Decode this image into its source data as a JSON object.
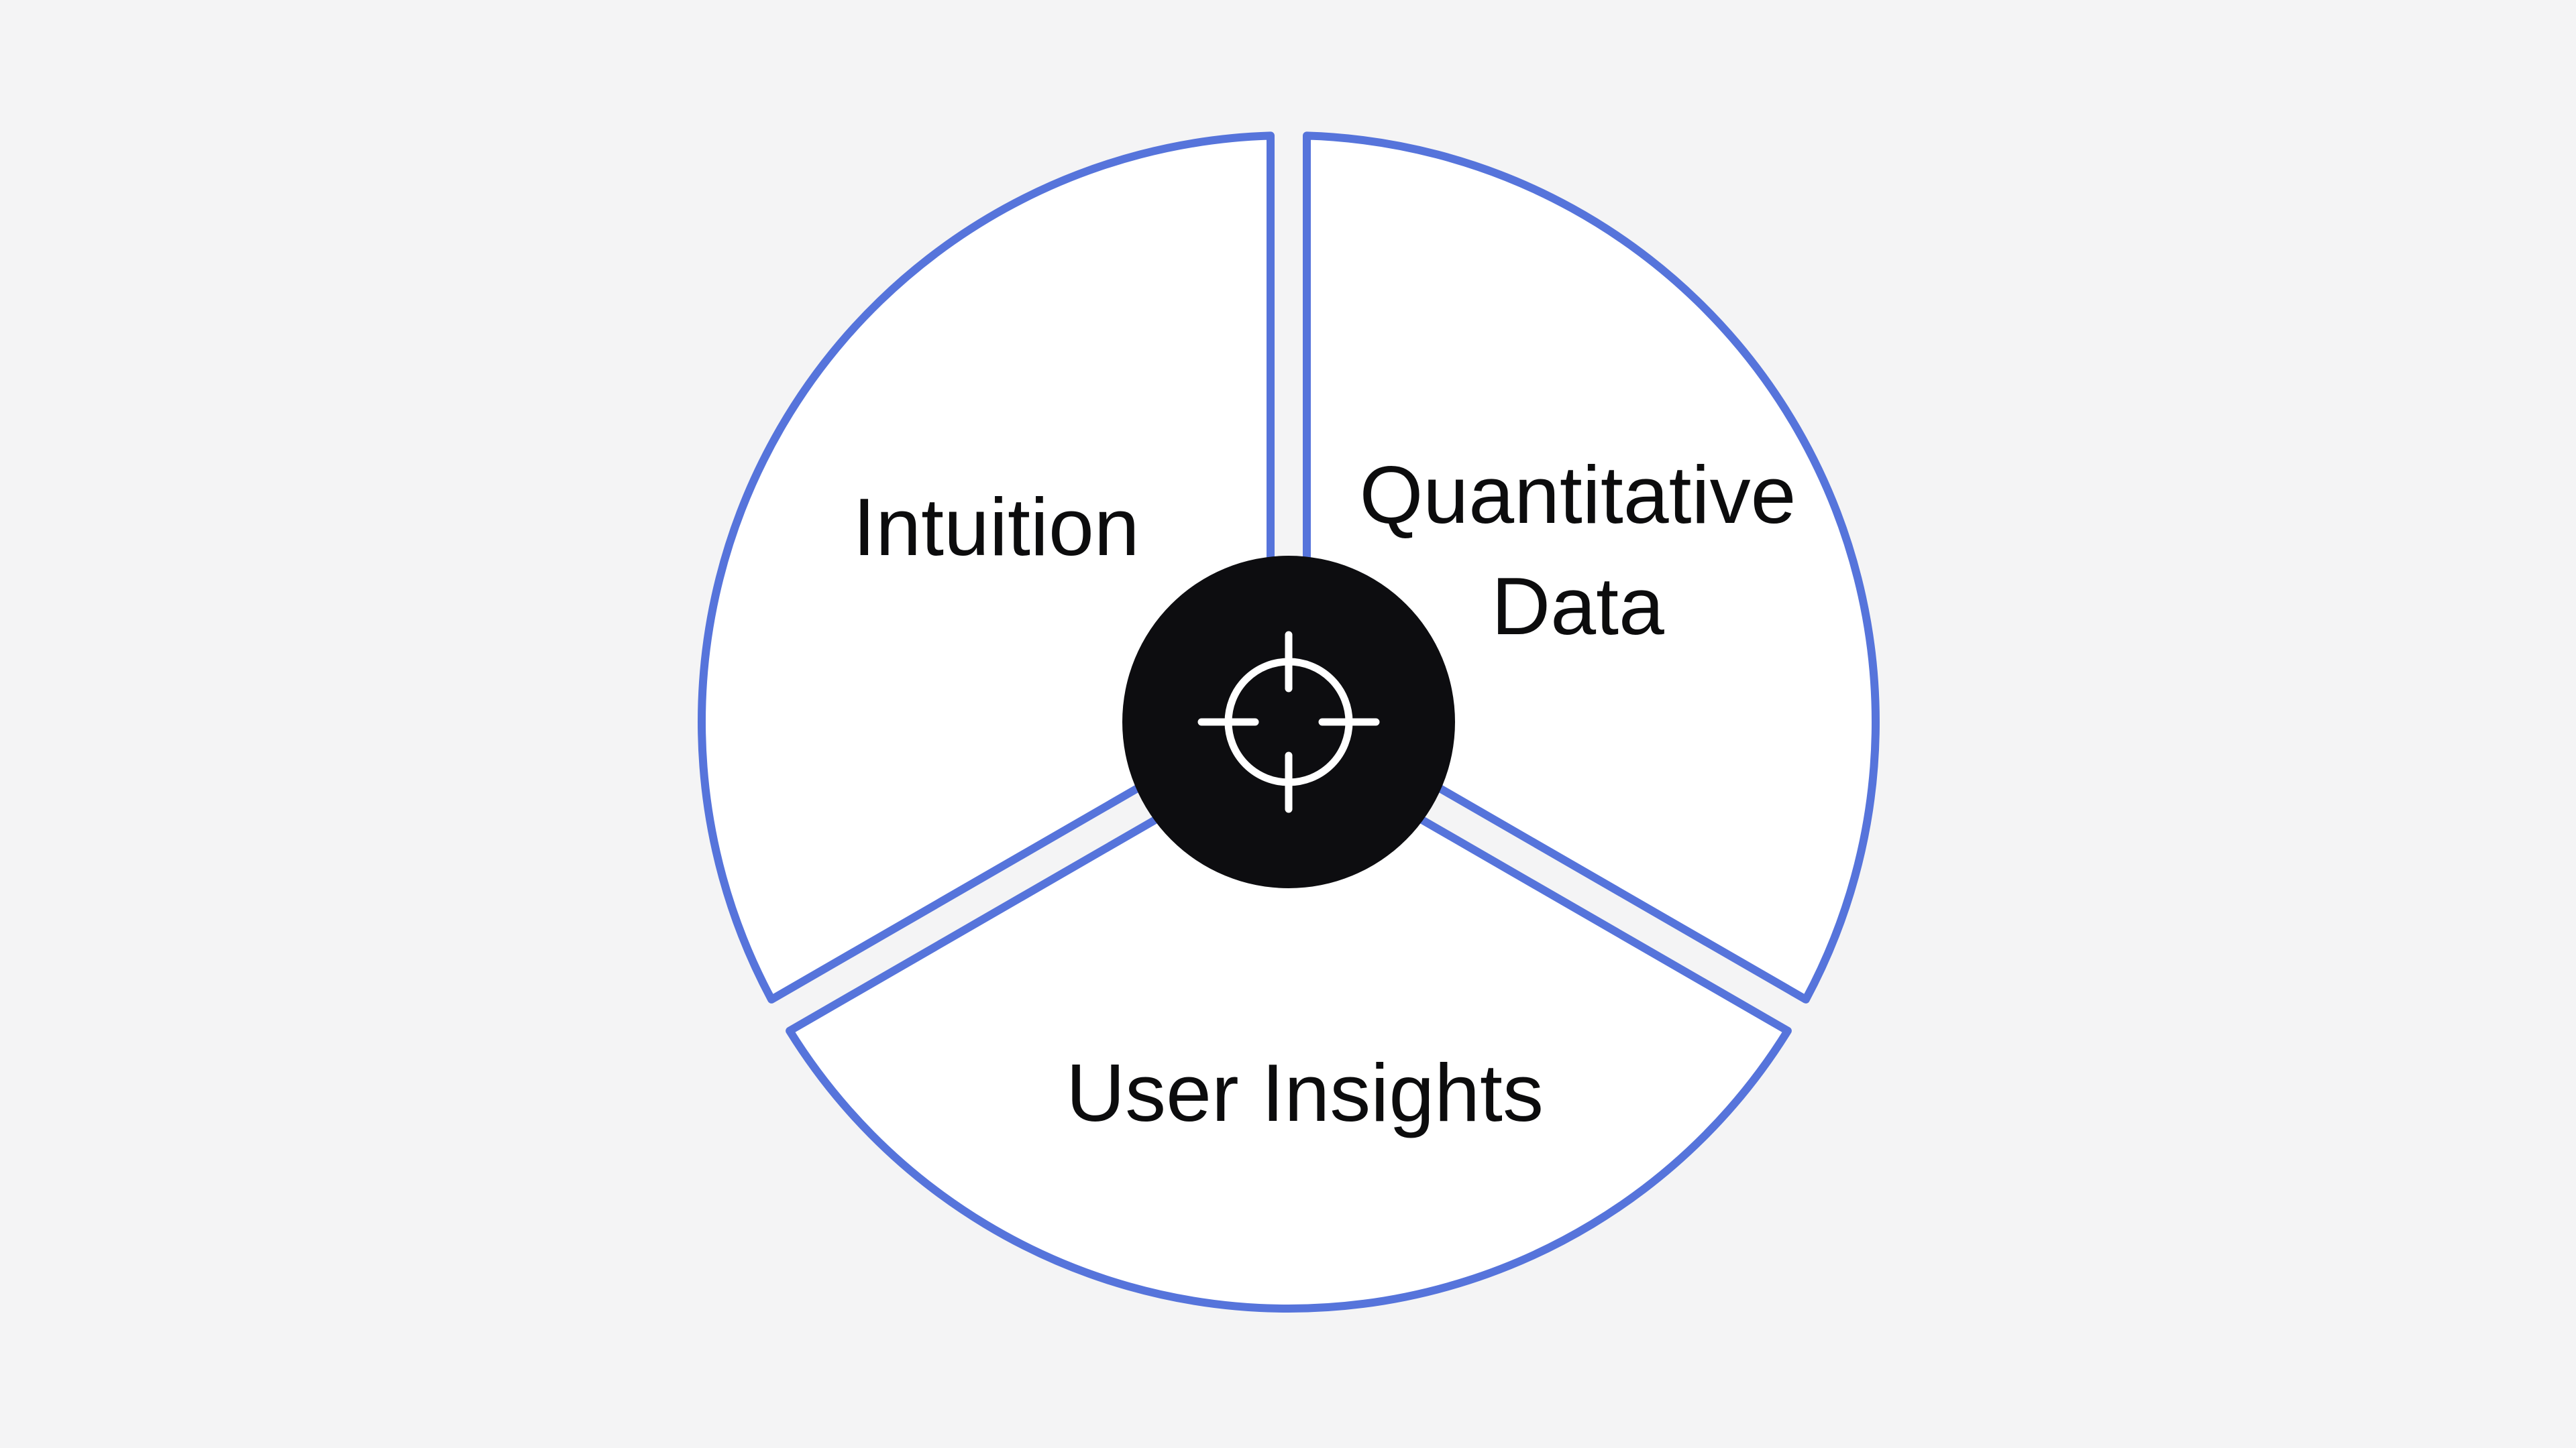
{
  "diagram": {
    "description": "Three-part circular wheel diagram with central target icon",
    "segments": [
      {
        "id": "intuition",
        "lines": [
          "Intuition"
        ]
      },
      {
        "id": "quantitative-data",
        "lines": [
          "Quantitative",
          "Data"
        ]
      },
      {
        "id": "user-insights",
        "lines": [
          "User Insights"
        ]
      }
    ],
    "center_icon": "target-crosshair-icon"
  },
  "colors": {
    "background": "#F4F4F5",
    "segment_fill": "#FFFFFF",
    "segment_stroke": "#5674DB",
    "center_disc": "#0D0D10",
    "icon_stroke": "#FFFFFF",
    "label": "#0C0C0D"
  }
}
